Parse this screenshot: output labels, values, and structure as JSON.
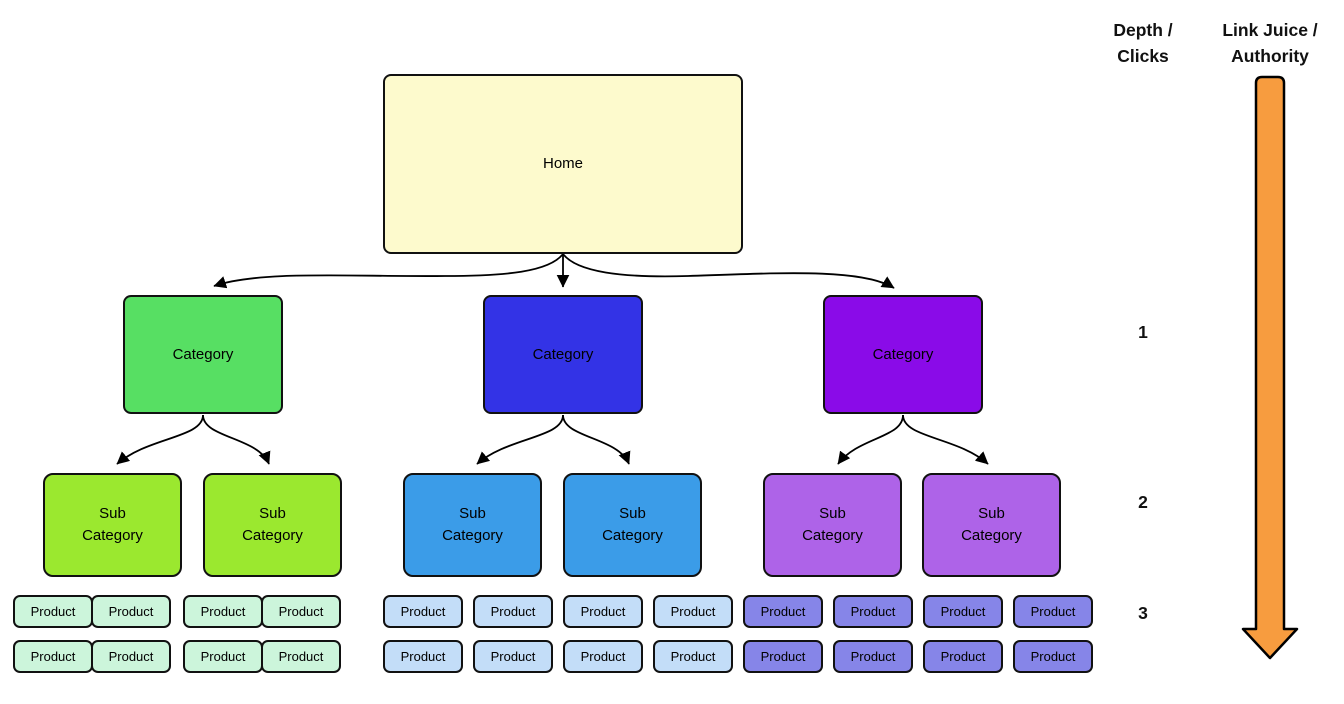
{
  "labels": {
    "home": "Home",
    "category": "Category",
    "subcategory": "Sub\nCategory",
    "product": "Product"
  },
  "annotations": {
    "depth_header": "Depth /\nClicks",
    "authority_header": "Link Juice /\nAuthority",
    "depth_levels": [
      "1",
      "2",
      "3"
    ]
  },
  "colors": {
    "home_fill": "#FDFACD",
    "green_category": "#57DF63",
    "green_subcategory": "#9BE82F",
    "green_product": "#CCF5DB",
    "blue_category": "#3333E6",
    "blue_subcategory": "#3B9CE8",
    "blue_product": "#C3DDF8",
    "purple_category": "#8A0BE8",
    "purple_subcategory": "#AE63E8",
    "purple_product": "#8685E8",
    "authority_arrow_fill": "#F79C3F",
    "connector_stroke": "#000000",
    "box_border": "#111111"
  }
}
